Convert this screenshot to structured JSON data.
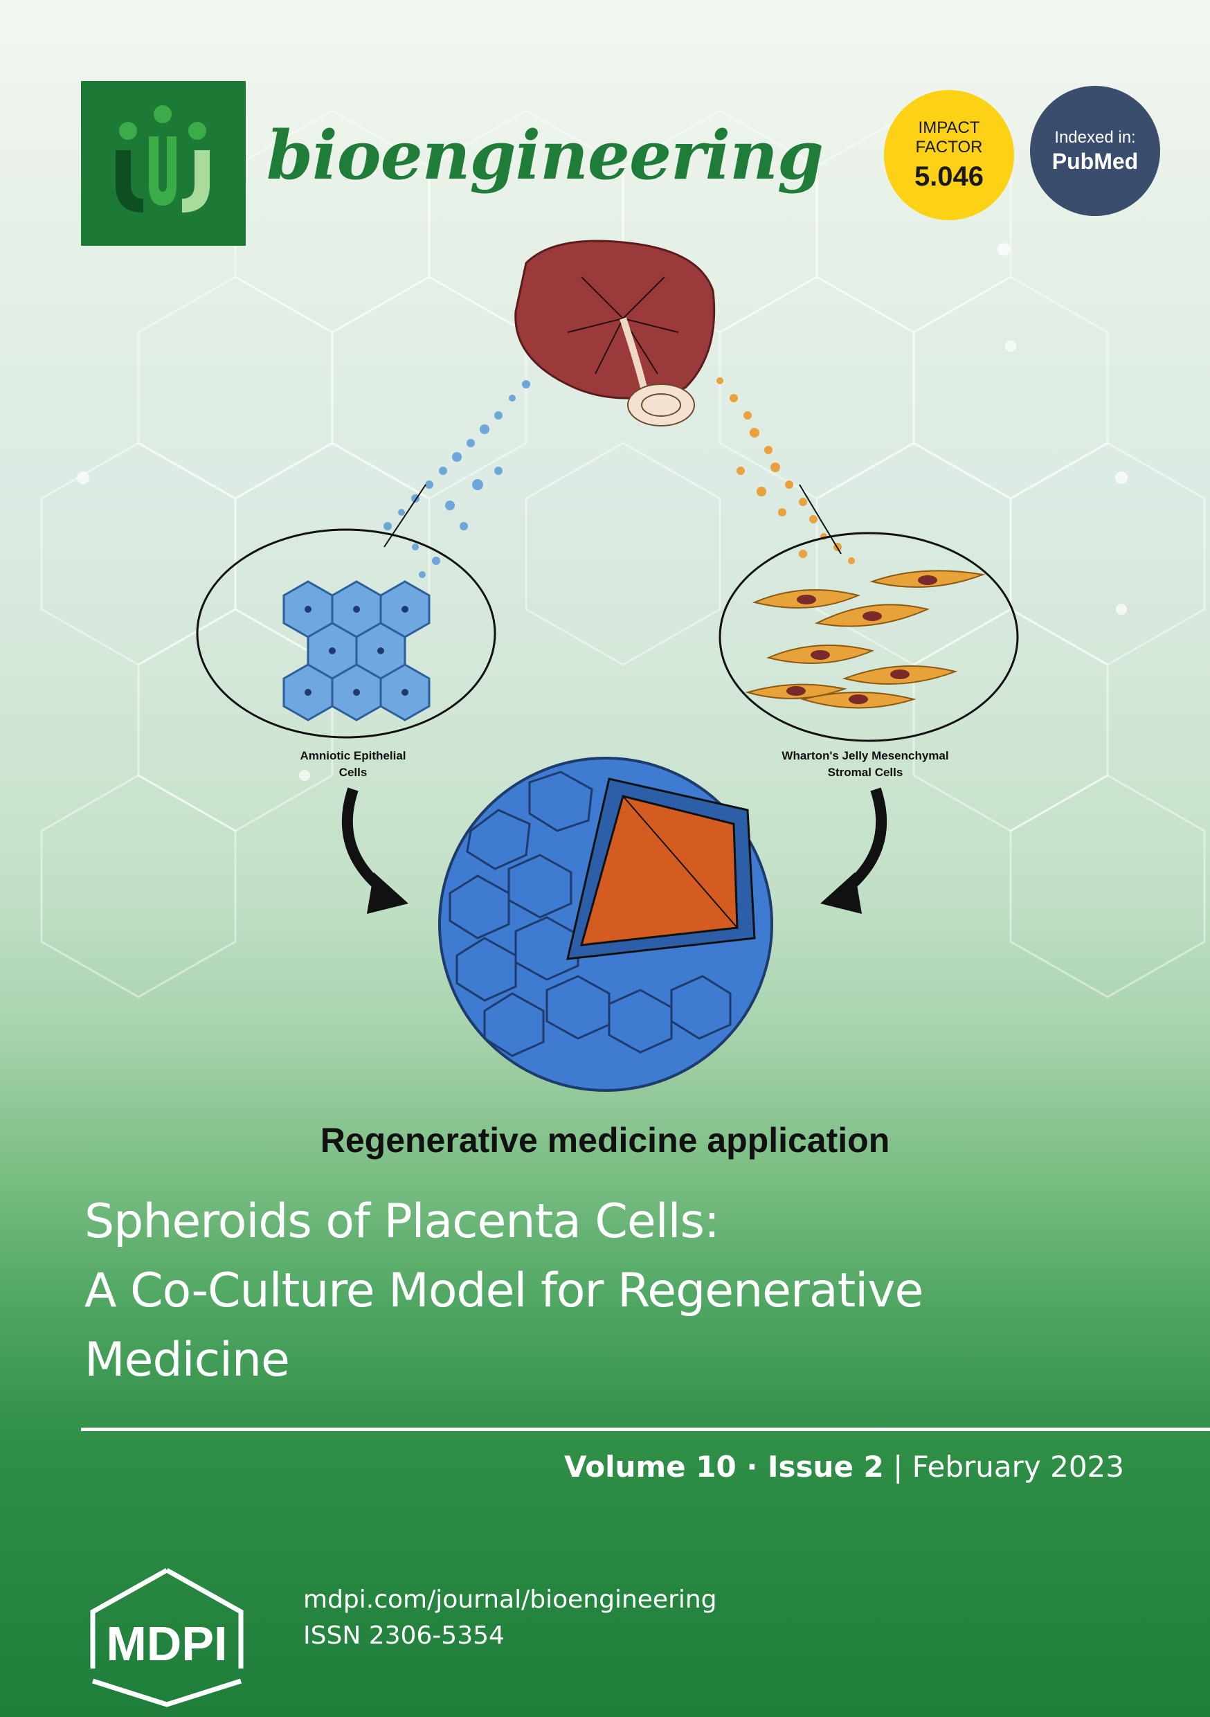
{
  "journal": {
    "name": "bioengineering",
    "logo_icon": "bioengineering-logo-icon",
    "brand_color": "#1c7a36"
  },
  "badges": {
    "impact": {
      "line1": "IMPACT",
      "line2": "FACTOR",
      "value": "5.046",
      "color": "#fcd116"
    },
    "pubmed": {
      "line1": "Indexed in:",
      "line2": "PubMed",
      "color": "#3b4d6c"
    }
  },
  "figure": {
    "label_left_1": "Amniotic Epithelial",
    "label_left_2": "Cells",
    "label_right_1": "Wharton's Jelly Mesenchymal",
    "label_right_2": "Stromal Cells",
    "caption": "Regenerative medicine application"
  },
  "article": {
    "title_line1": "Spheroids of Placenta Cells:",
    "title_line2": "A Co-Culture Model for Regenerative",
    "title_line3": "Medicine"
  },
  "issue": {
    "volume": "Volume 10",
    "separator": " · ",
    "issue": "Issue 2",
    "bar": " | ",
    "date": "February 2023"
  },
  "footer": {
    "publisher": "MDPI",
    "url": "mdpi.com/journal/bioengineering",
    "issn": "ISSN 2306-5354"
  }
}
